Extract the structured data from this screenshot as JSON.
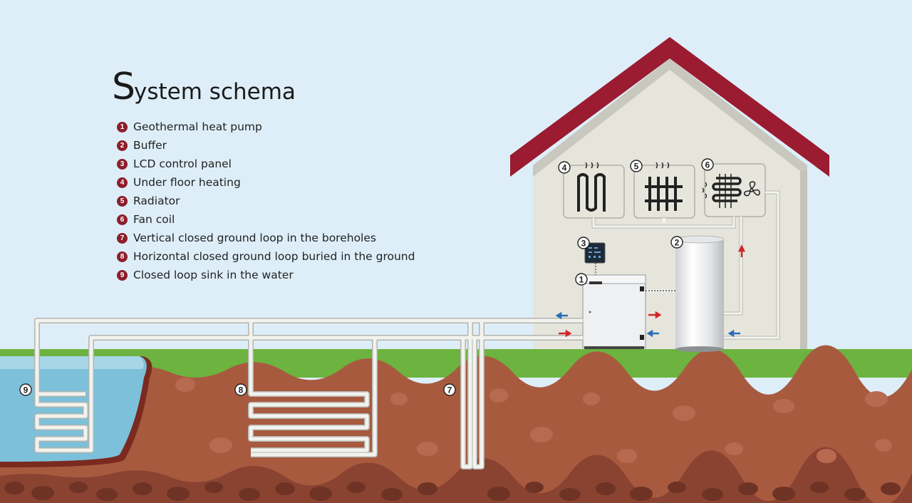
{
  "title": {
    "first_letter": "S",
    "rest": "ystem schema"
  },
  "legend": [
    {
      "num": "1",
      "text": "Geothermal heat pump"
    },
    {
      "num": "2",
      "text": "Buffer"
    },
    {
      "num": "3",
      "text": "LCD control panel"
    },
    {
      "num": "4",
      "text": "Under floor heating"
    },
    {
      "num": "5",
      "text": "Radiator"
    },
    {
      "num": "6",
      "text": "Fan coil"
    },
    {
      "num": "7",
      "text": "Vertical closed ground loop in the boreholes"
    },
    {
      "num": "8",
      "text": "Horizontal closed ground loop buried in the ground"
    },
    {
      "num": "9",
      "text": "Closed loop sink in the water"
    }
  ],
  "markers": [
    "1",
    "2",
    "3",
    "4",
    "5",
    "6",
    "7",
    "8",
    "9"
  ],
  "colors": {
    "sky": "#ddeef9",
    "roof": "#9b1b30",
    "house_wall": "#e6e5dc",
    "grass": "#6cb33f",
    "soil": "#a85a3f",
    "water": "#7dc0da",
    "legend_bullet": "#8c1f2b",
    "arrow_hot": "#d3242c",
    "arrow_cold": "#2a6fb5"
  }
}
